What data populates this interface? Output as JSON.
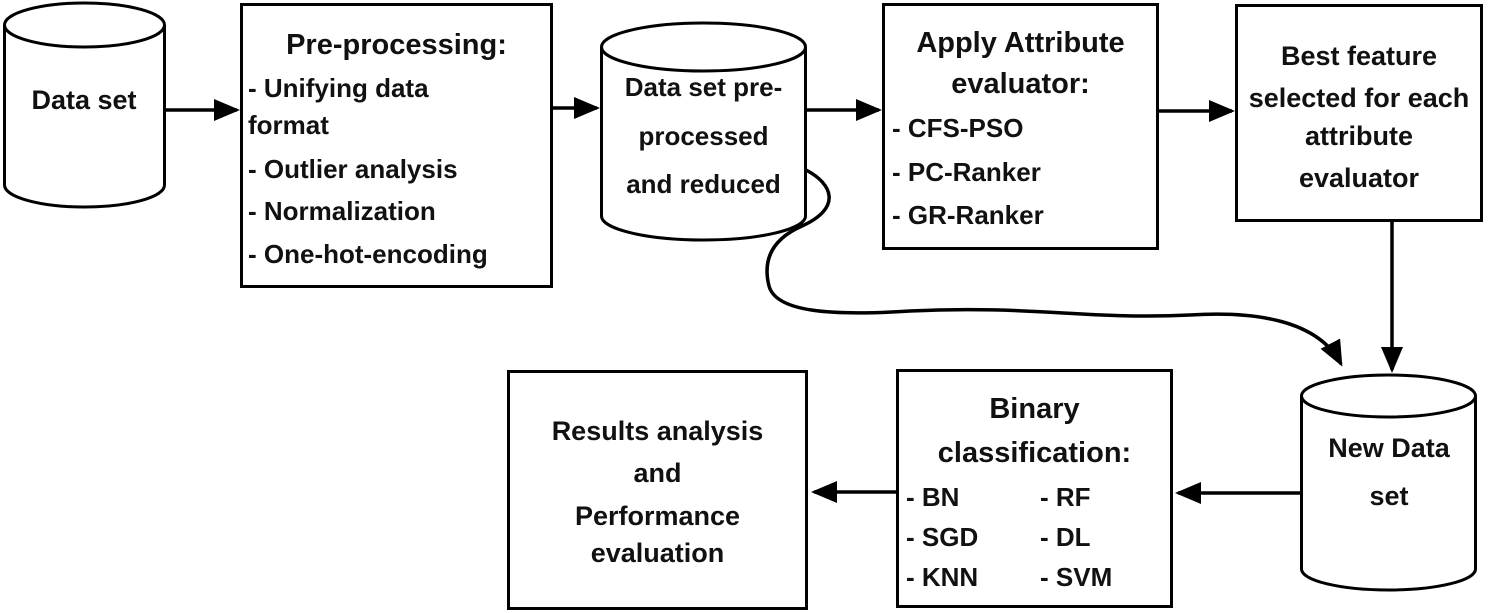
{
  "colors": {
    "stroke": "#000000",
    "text": "#111111",
    "background": "#ffffff"
  },
  "nodes": {
    "dataset": {
      "label": "Data set"
    },
    "preprocessing": {
      "title": "Pre-processing:",
      "lines": [
        "- Unifying data",
        "format",
        "- Outlier analysis",
        "- Normalization",
        "- One-hot-encoding"
      ]
    },
    "preprocessed": {
      "lines": [
        "Data set pre-",
        "processed",
        "and reduced"
      ]
    },
    "evaluator": {
      "title_lines": [
        "Apply Attribute",
        "evaluator:"
      ],
      "items": [
        "- CFS-PSO",
        "- PC-Ranker",
        "- GR-Ranker"
      ]
    },
    "best_feature": {
      "lines": [
        "Best feature",
        "selected for each",
        "attribute",
        "evaluator"
      ]
    },
    "new_dataset": {
      "lines": [
        "New Data",
        "set"
      ]
    },
    "binary": {
      "title_lines": [
        "Binary",
        "classification:"
      ],
      "items_left": [
        "- BN",
        "- SGD",
        "- KNN"
      ],
      "items_right": [
        "- RF",
        "- DL",
        "- SVM"
      ]
    },
    "results": {
      "lines": [
        "Results analysis",
        "and",
        "Performance",
        "evaluation"
      ]
    }
  }
}
